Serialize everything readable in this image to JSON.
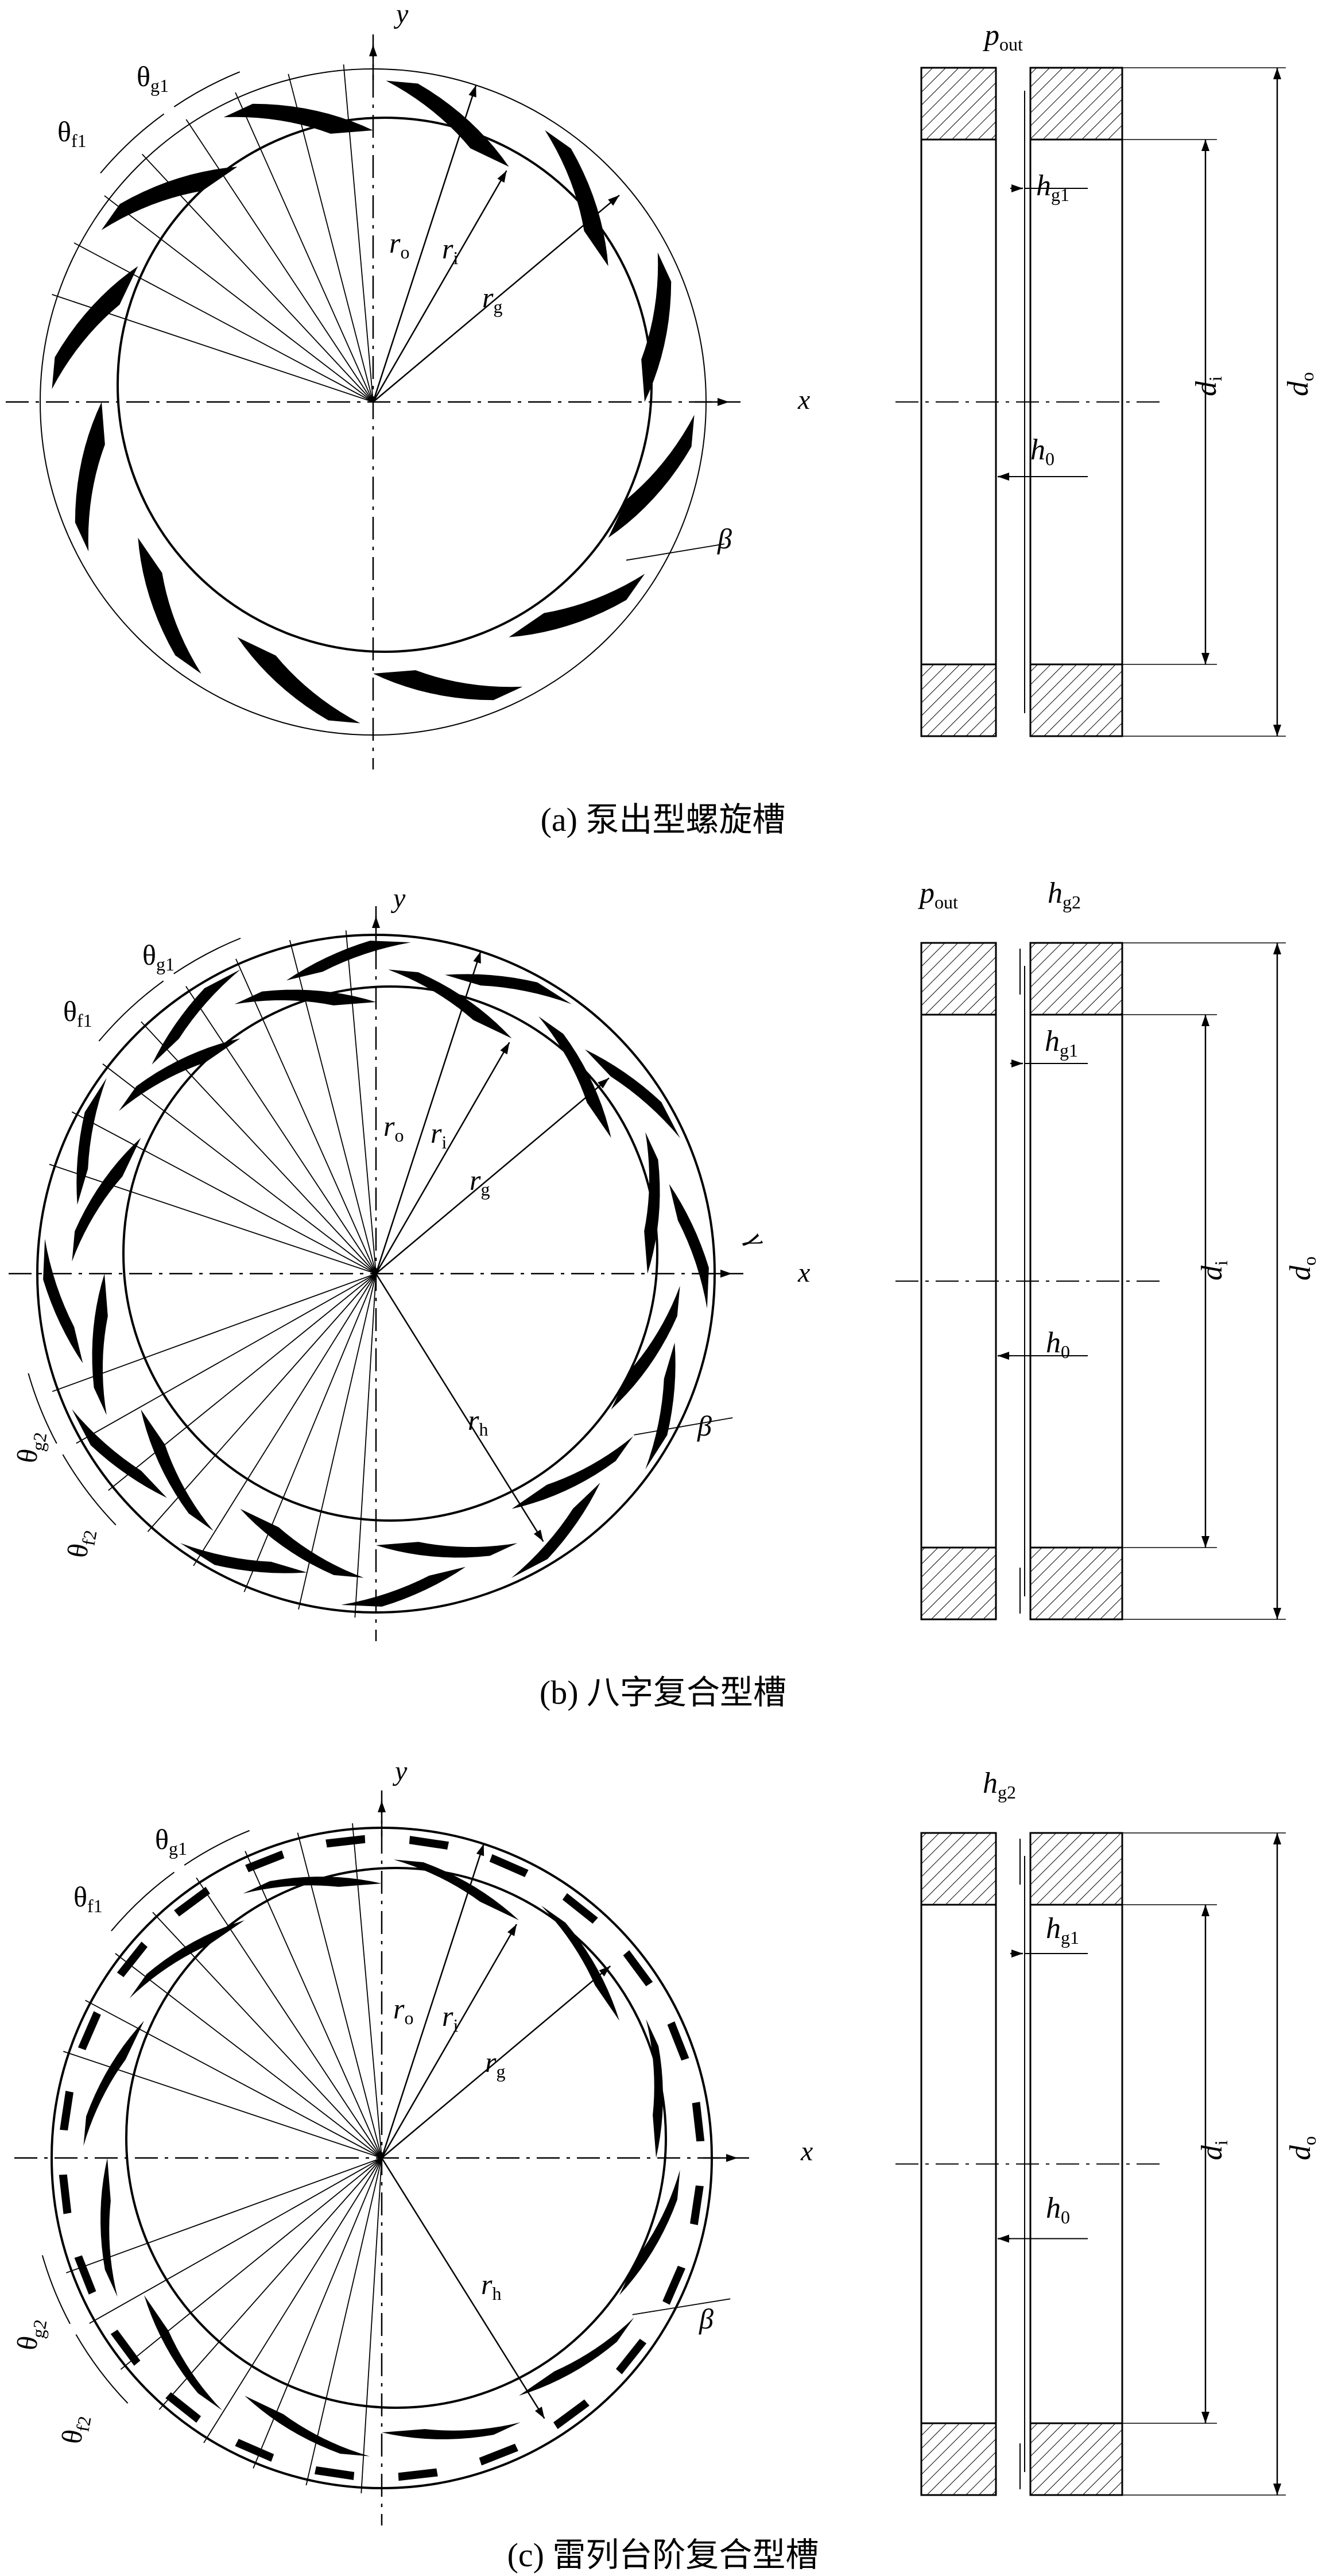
{
  "figures": [
    {
      "caption": "(a) 泵出型螺旋槽",
      "grooves": "spiral",
      "labels": {
        "y": "y",
        "x": "x",
        "theta_g1": [
          "θ",
          "g1"
        ],
        "theta_f1": [
          "θ",
          "f1"
        ],
        "r_o": [
          "r",
          "o"
        ],
        "r_i": [
          "r",
          "i"
        ],
        "r_g": [
          "r",
          "g"
        ],
        "beta": "β",
        "p_out": [
          "p",
          "out"
        ],
        "h_g1": [
          "h",
          "g1"
        ],
        "h_0": [
          "h",
          "0"
        ],
        "d_i": [
          "d",
          "i"
        ],
        "d_o": [
          "d",
          "o"
        ]
      }
    },
    {
      "caption": "(b) 八字复合型槽",
      "grooves": "herringbone",
      "labels": {
        "y": "y",
        "x": "x",
        "theta_g1": [
          "θ",
          "g1"
        ],
        "theta_f1": [
          "θ",
          "f1"
        ],
        "theta_g2": [
          "θ",
          "g2"
        ],
        "theta_f2": [
          "θ",
          "f2"
        ],
        "r_o": [
          "r",
          "o"
        ],
        "r_i": [
          "r",
          "i"
        ],
        "r_g": [
          "r",
          "g"
        ],
        "r_h": [
          "r",
          "h"
        ],
        "gamma": "γ",
        "beta": "β",
        "p_out": [
          "p",
          "out"
        ],
        "h_g2": [
          "h",
          "g2"
        ],
        "h_g1": [
          "h",
          "g1"
        ],
        "h_0": [
          "h",
          "0"
        ],
        "d_i": [
          "d",
          "i"
        ],
        "d_o": [
          "d",
          "o"
        ]
      }
    },
    {
      "caption": "(c) 雷列台阶复合型槽",
      "grooves": "rayleigh-step",
      "labels": {
        "y": "y",
        "x": "x",
        "theta_g1": [
          "θ",
          "g1"
        ],
        "theta_f1": [
          "θ",
          "f1"
        ],
        "theta_g2": [
          "θ",
          "g2"
        ],
        "theta_f2": [
          "θ",
          "f2"
        ],
        "r_o": [
          "r",
          "o"
        ],
        "r_i": [
          "r",
          "i"
        ],
        "r_g": [
          "r",
          "g"
        ],
        "r_h": [
          "r",
          "h"
        ],
        "beta": "β",
        "h_g2": [
          "h",
          "g2"
        ],
        "h_g1": [
          "h",
          "g1"
        ],
        "h_0": [
          "h",
          "0"
        ],
        "d_i": [
          "d",
          "i"
        ],
        "d_o": [
          "d",
          "o"
        ]
      }
    }
  ],
  "colors": {
    "ink": "#000000",
    "paper": "#ffffff"
  }
}
